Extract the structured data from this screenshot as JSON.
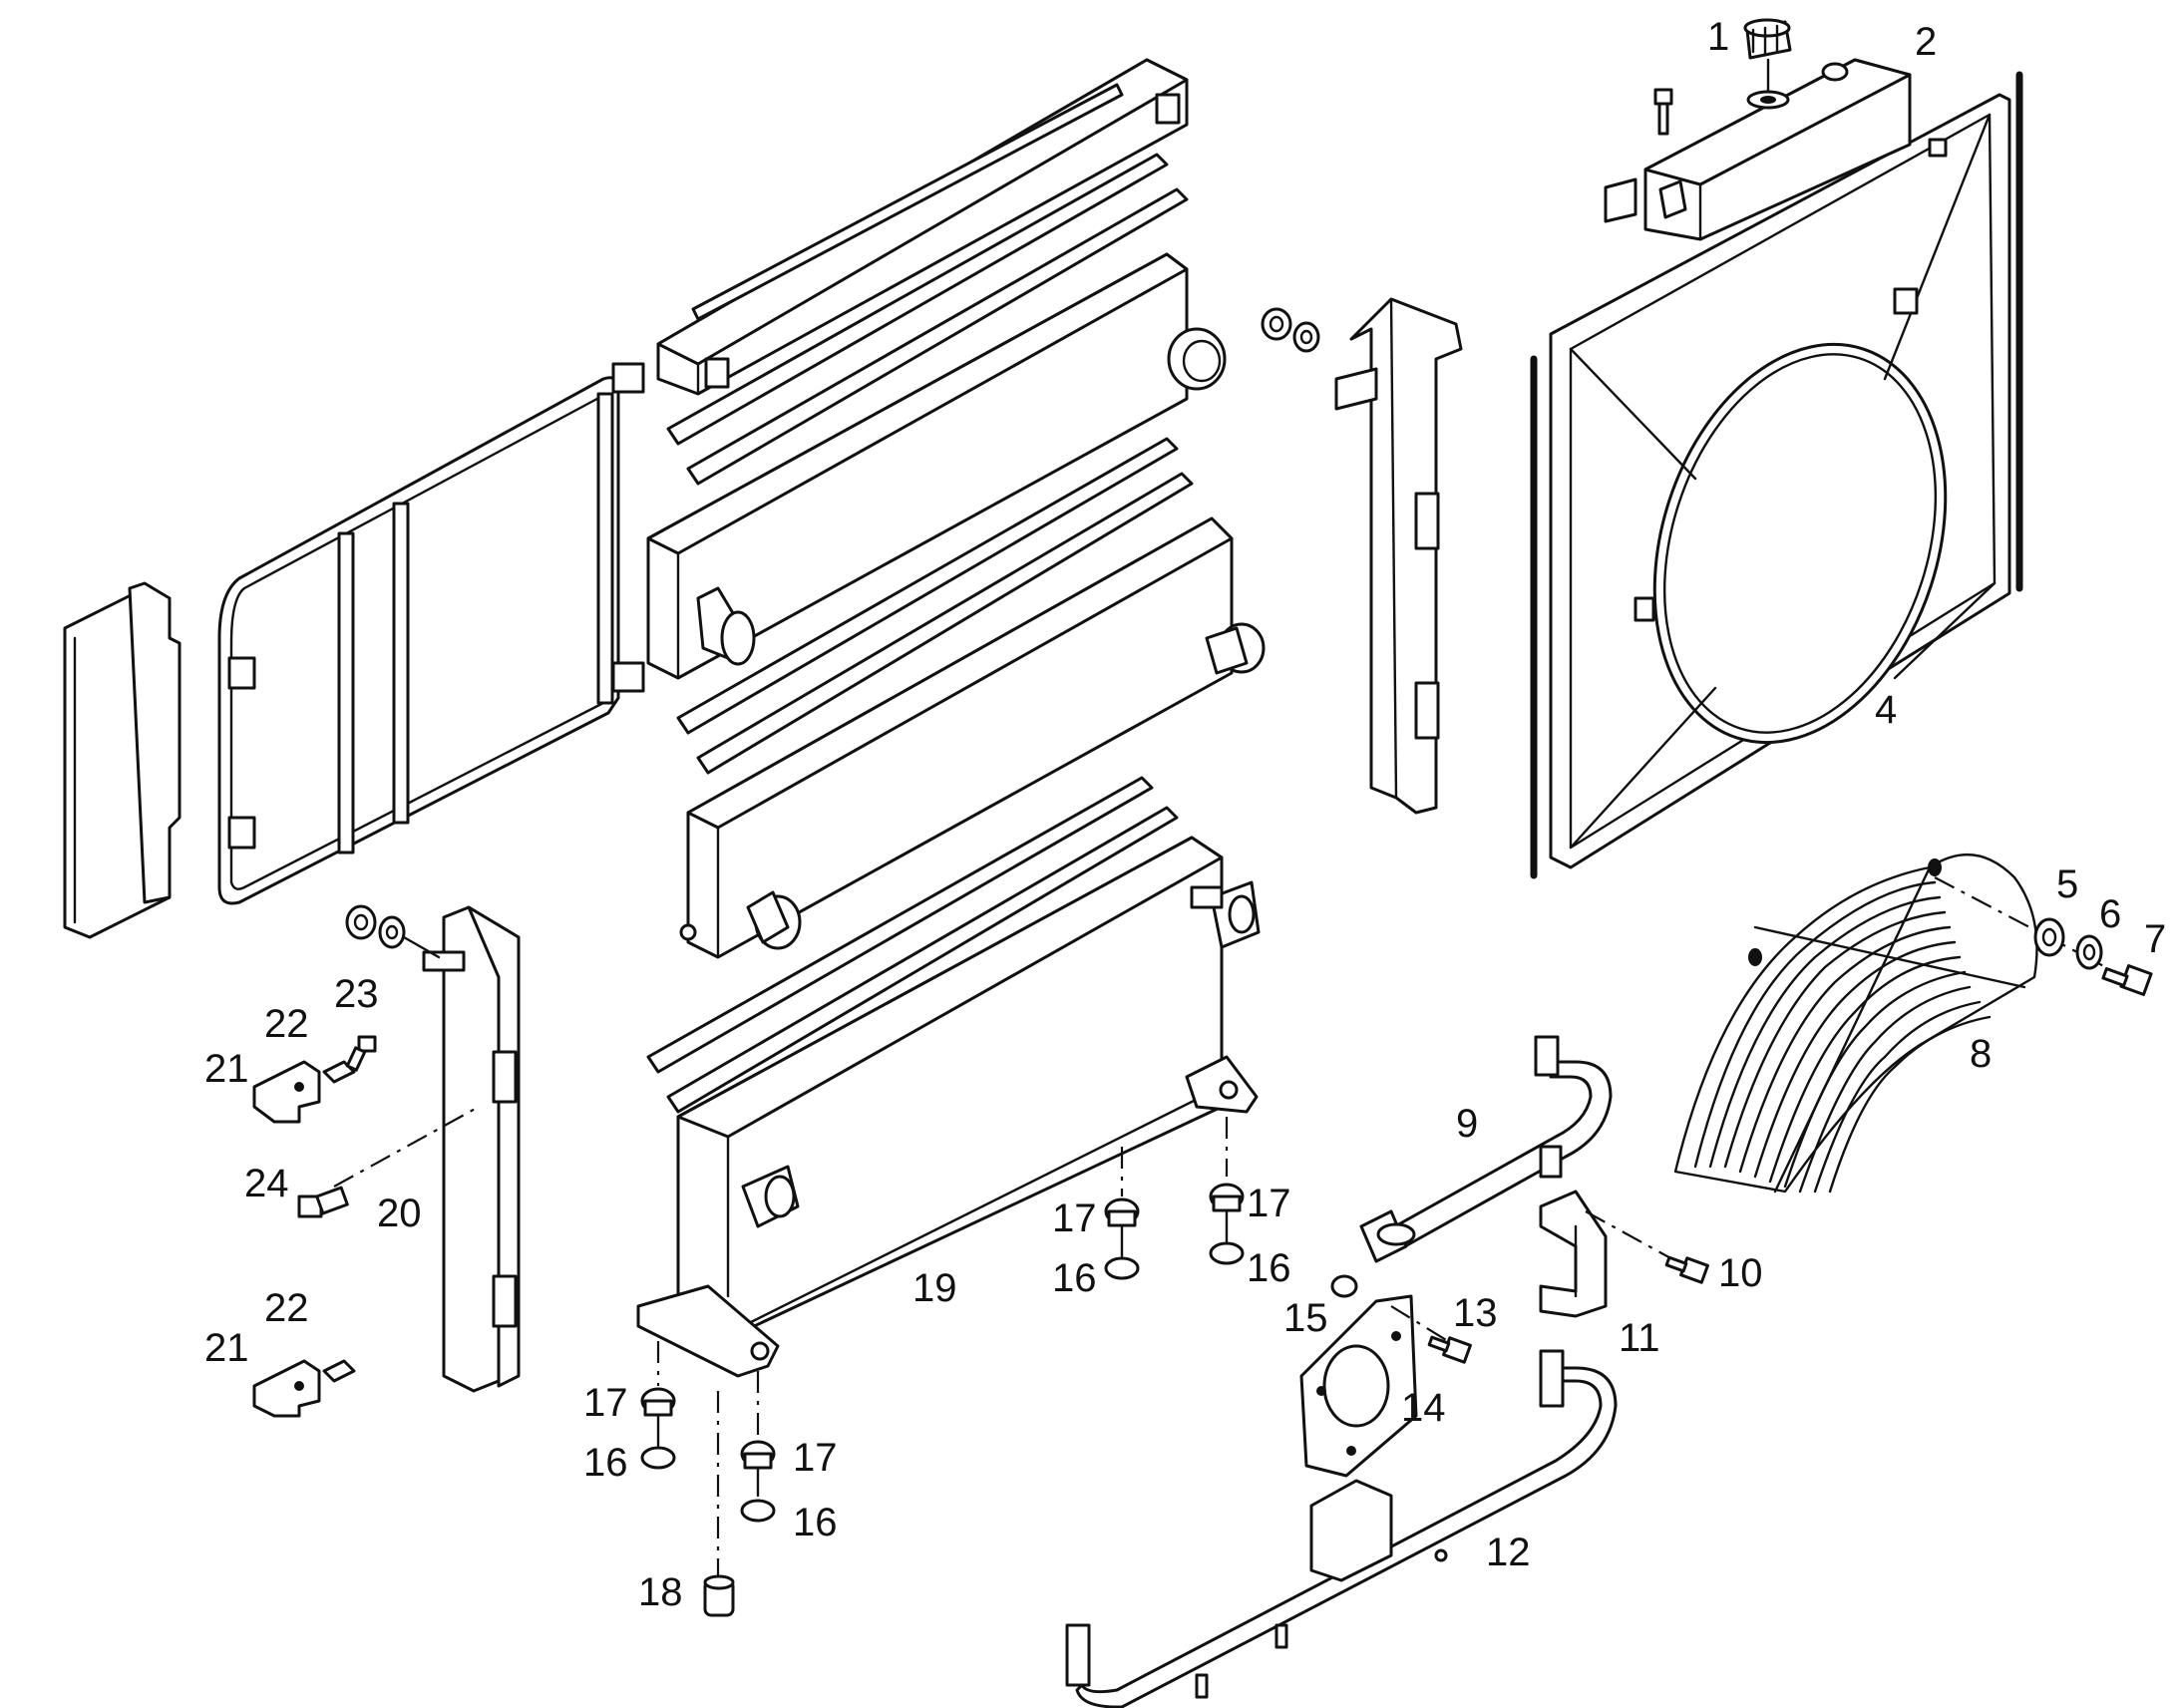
{
  "callouts": [
    {
      "id": "c1",
      "label": "1"
    },
    {
      "id": "c2",
      "label": "2"
    },
    {
      "id": "c4",
      "label": "4"
    },
    {
      "id": "c5",
      "label": "5"
    },
    {
      "id": "c6",
      "label": "6"
    },
    {
      "id": "c7",
      "label": "7"
    },
    {
      "id": "c8",
      "label": "8"
    },
    {
      "id": "c9",
      "label": "9"
    },
    {
      "id": "c10",
      "label": "10"
    },
    {
      "id": "c11",
      "label": "11"
    },
    {
      "id": "c12",
      "label": "12"
    },
    {
      "id": "c13",
      "label": "13"
    },
    {
      "id": "c14",
      "label": "14"
    },
    {
      "id": "c15",
      "label": "15"
    },
    {
      "id": "c16a",
      "label": "16"
    },
    {
      "id": "c16b",
      "label": "16"
    },
    {
      "id": "c16c",
      "label": "16"
    },
    {
      "id": "c16d",
      "label": "16"
    },
    {
      "id": "c17a",
      "label": "17"
    },
    {
      "id": "c17b",
      "label": "17"
    },
    {
      "id": "c17c",
      "label": "17"
    },
    {
      "id": "c17d",
      "label": "17"
    },
    {
      "id": "c18",
      "label": "18"
    },
    {
      "id": "c19",
      "label": "19"
    },
    {
      "id": "c20",
      "label": "20"
    },
    {
      "id": "c21a",
      "label": "21"
    },
    {
      "id": "c21b",
      "label": "21"
    },
    {
      "id": "c22a",
      "label": "22"
    },
    {
      "id": "c22b",
      "label": "22"
    },
    {
      "id": "c23",
      "label": "23"
    },
    {
      "id": "c24",
      "label": "24"
    }
  ]
}
